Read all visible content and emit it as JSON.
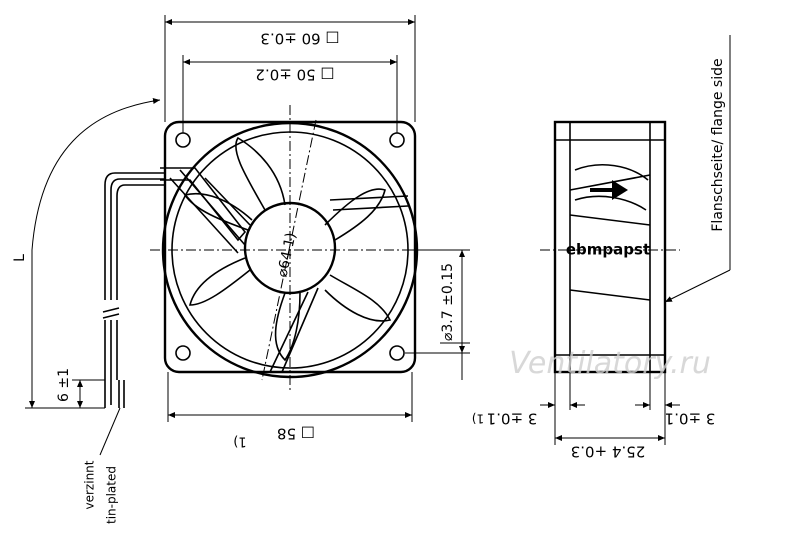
{
  "dimensions": {
    "top_outer": "□ 60 ±0.3",
    "top_inner": "□ 50 ±0.2",
    "bottom_width": "□ 58",
    "bottom_note": "1)",
    "hub_diameter": "⌀64 1)",
    "mount_hole_offset": "⌀3.7 ±0.15",
    "cable_length": "L",
    "cable_strip": "6 ±1",
    "side_left_flange": "3 ±0.1",
    "side_left_note": "1)",
    "side_right_flange": "3 ±0.1",
    "side_depth": "25.4 +0.3"
  },
  "labels": {
    "flange_side": "Flanschseite/ flange side",
    "tin_de": "verzinnt",
    "tin_en": "tin-plated",
    "brand": "ebmpapst"
  },
  "watermark": "Ventilatory.ru"
}
